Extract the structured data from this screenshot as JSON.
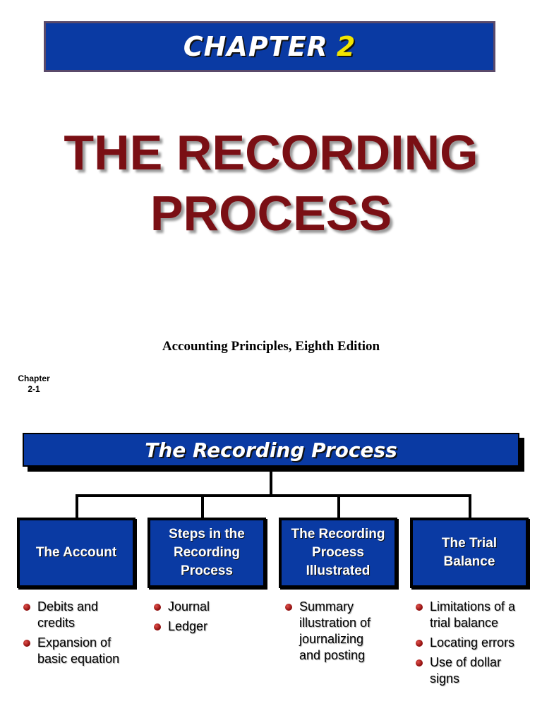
{
  "slide1": {
    "chapter_word": "CHAPTER",
    "chapter_number": "2",
    "title_line1": "THE RECORDING",
    "title_line2": "PROCESS",
    "book": "Accounting Principles,  Eighth Edition",
    "slide_label": "Chapter",
    "slide_number": "2-1"
  },
  "slide2": {
    "banner_title": "The Recording Process",
    "topics": [
      {
        "label": "The Account",
        "bullets": [
          "Debits and\ncredits",
          "Expansion of\nbasic equation"
        ]
      },
      {
        "label": "Steps in the\nRecording\nProcess",
        "bullets": [
          "Journal",
          "Ledger"
        ]
      },
      {
        "label": "The Recording\nProcess\nIllustrated",
        "bullets": [
          "Summary\nillustration of\njournalizing\nand posting"
        ]
      },
      {
        "label": "The Trial\nBalance",
        "bullets": [
          "Limitations of a\ntrial balance",
          "Locating errors",
          "Use of dollar\nsigns"
        ]
      }
    ]
  },
  "colors": {
    "banner_blue": "#0a3aa3",
    "title_red": "#7a0f14",
    "chapter_number_yellow": "#f2e500",
    "bullet_red": "#b01818"
  }
}
